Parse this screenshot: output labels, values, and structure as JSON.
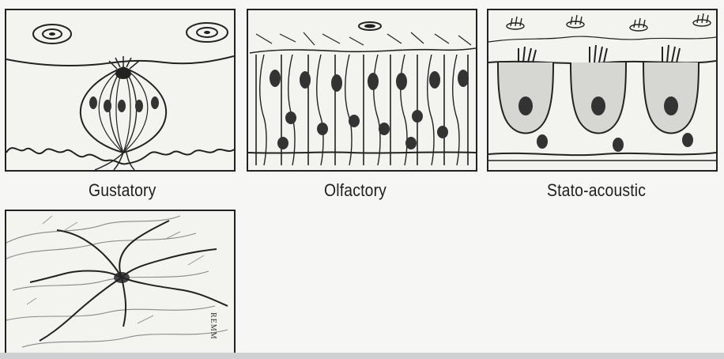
{
  "panels": [
    {
      "caption": "Gustatory"
    },
    {
      "caption": "Olfactory"
    },
    {
      "caption": "Stato-acoustic"
    },
    {
      "caption": ""
    }
  ],
  "signature": "REMM",
  "colors": {
    "ink": "#222222",
    "paper": "#f3f3f0",
    "background": "#f6f6f4",
    "strip": "#cfd0d1"
  }
}
